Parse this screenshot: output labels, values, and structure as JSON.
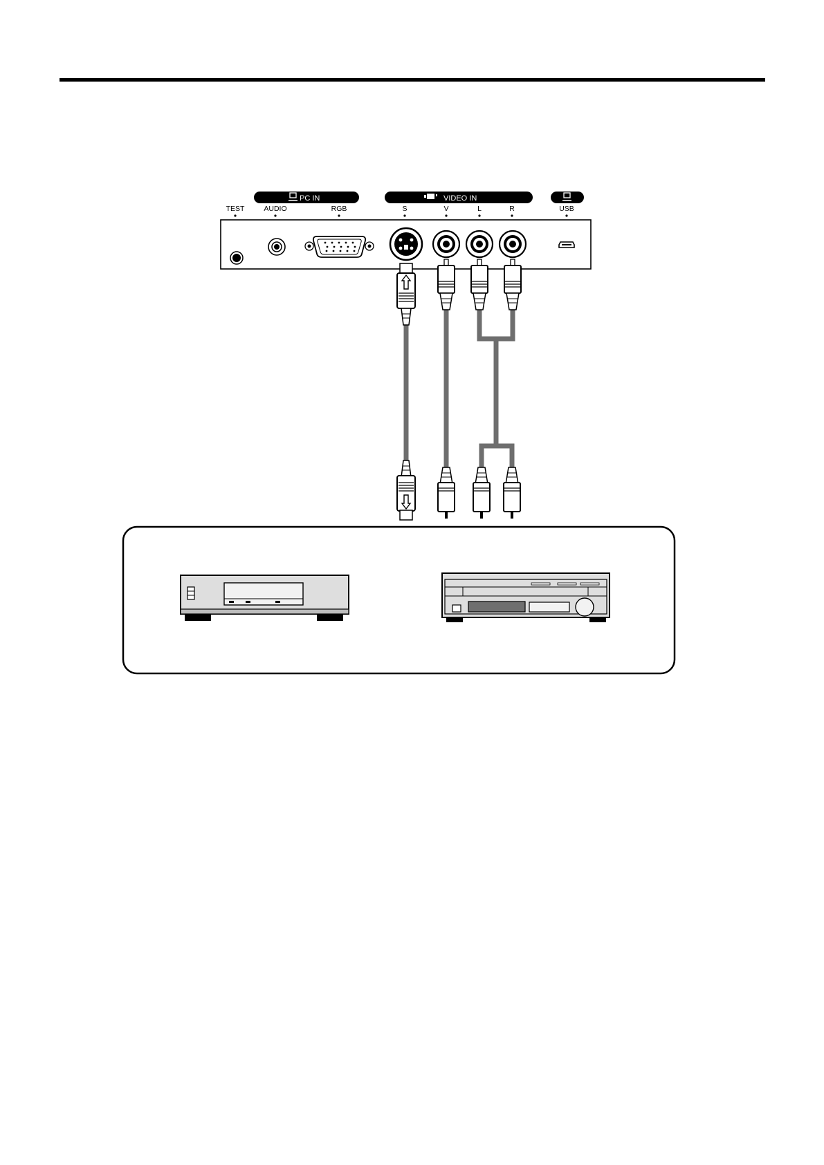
{
  "panel": {
    "group_pc": "PC IN",
    "group_video": "VIDEO IN",
    "ports": {
      "test": "TEST",
      "audio": "AUDIO",
      "rgb": "RGB",
      "s": "S",
      "v": "V",
      "l": "L",
      "r": "R",
      "usb": "USB"
    }
  },
  "icons": {
    "pc_in": "monitor-icon",
    "video_in": "video-camera-icon",
    "usb": "monitor-icon"
  },
  "colors": {
    "ink": "#000000",
    "cable": "#6e6e6e",
    "panel_fill": "#ffffff",
    "device_fill": "#dedede",
    "display_fill": "#6f6f6f"
  }
}
